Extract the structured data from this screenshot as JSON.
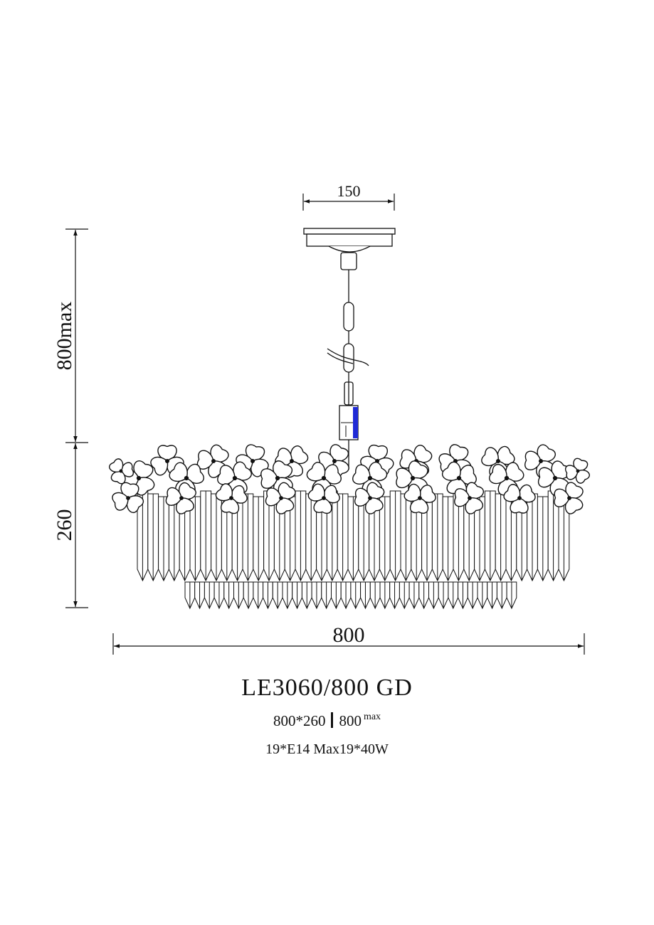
{
  "dimensions": {
    "canopy_width": "150",
    "height_max": "800max",
    "body_height": "260",
    "diameter": "800"
  },
  "spec": {
    "model": "LE3060/800 GD",
    "size": "800*260",
    "height_value": "800",
    "height_suffix": "max",
    "lamps": "19*E14  Max19*40W"
  },
  "colors": {
    "line": "#111111",
    "accent": "#1f2ad6"
  }
}
